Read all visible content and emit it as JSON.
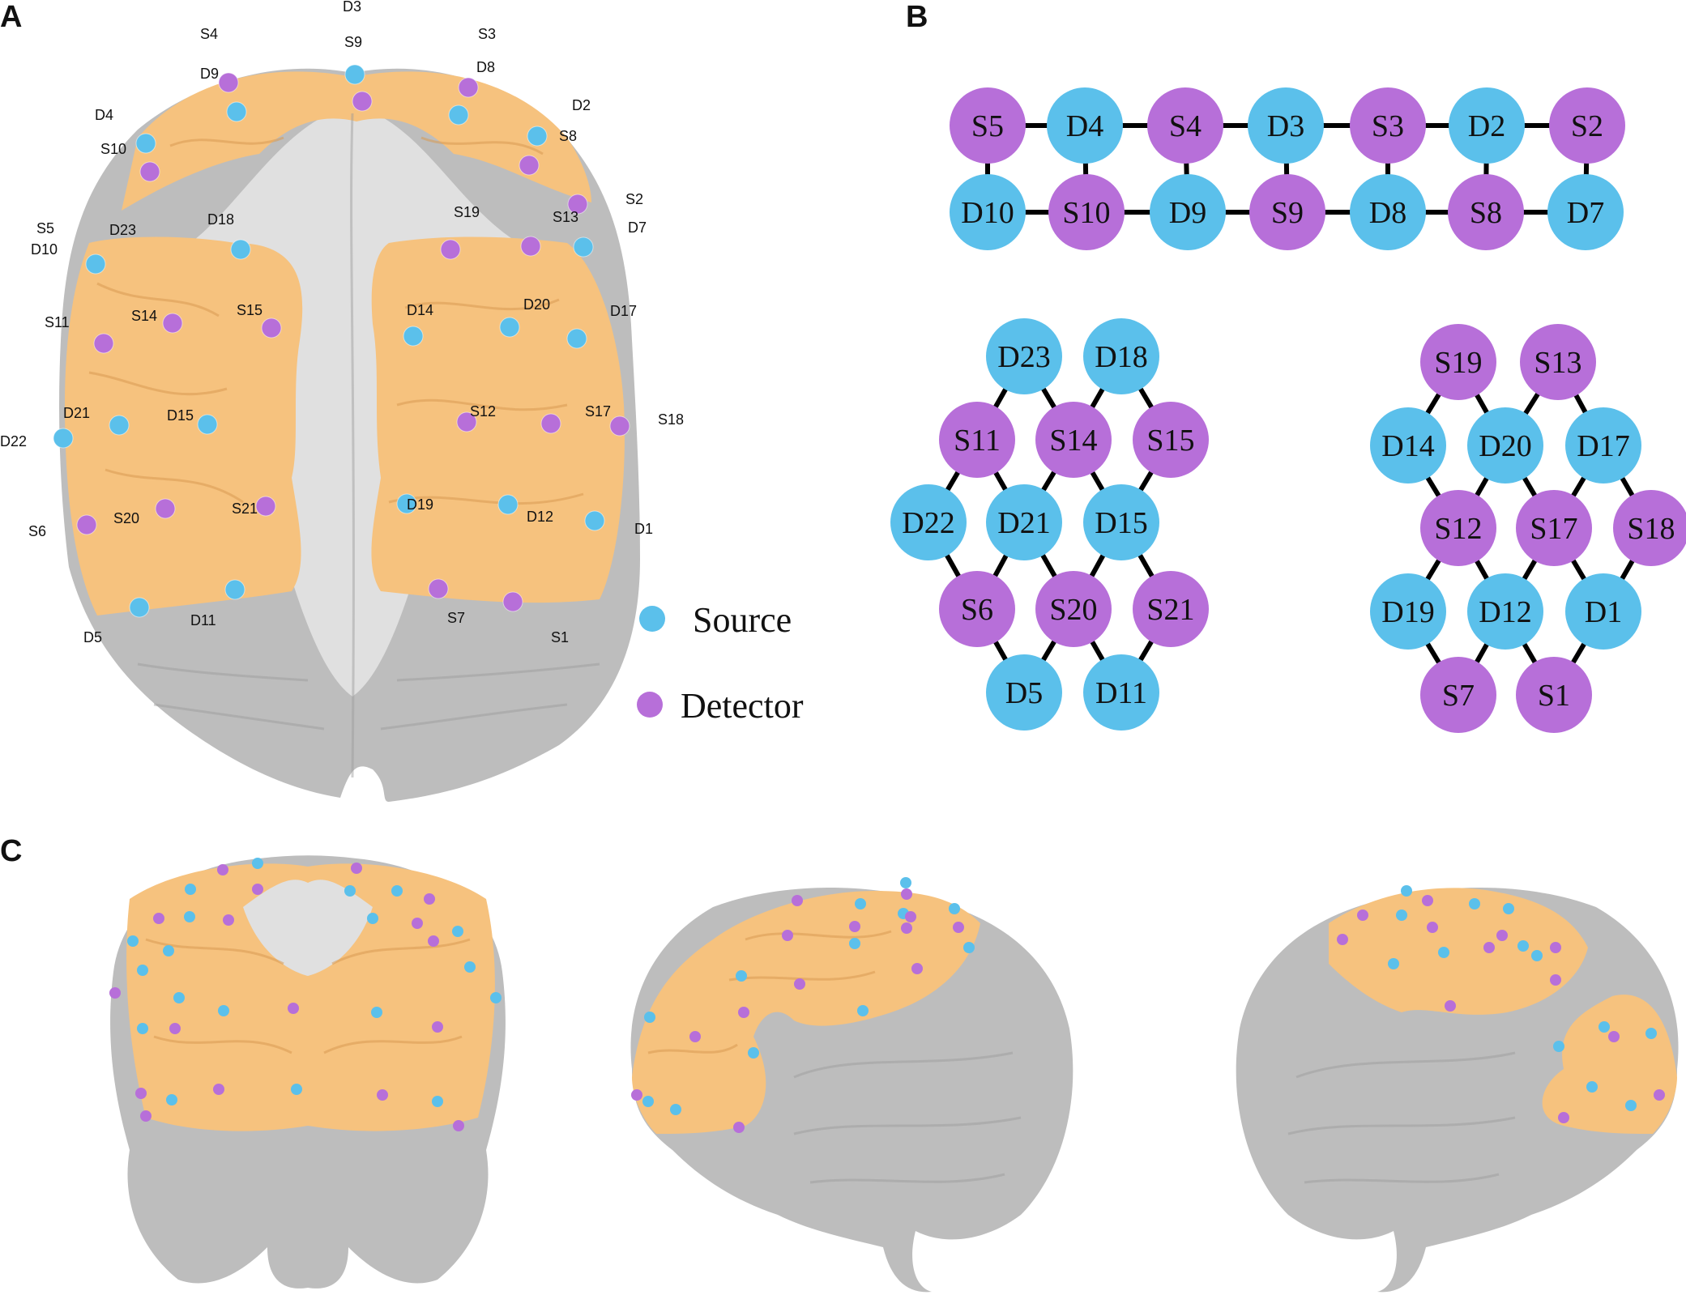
{
  "panels": {
    "a": "A",
    "b": "B",
    "c": "C"
  },
  "colors": {
    "source": "#5bc0eb",
    "detector": "#b76fd9",
    "roi": "#f6c27e",
    "brain": "#c4c4c4"
  },
  "legend": {
    "source": "Source",
    "detector": "Detector"
  },
  "panel_a_labels": [
    "S4",
    "D3",
    "S9",
    "S3",
    "D9",
    "D8",
    "D2",
    "D4",
    "S10",
    "S8",
    "S2",
    "S5",
    "D10",
    "D23",
    "D18",
    "S19",
    "S13",
    "D7",
    "S11",
    "S14",
    "S15",
    "D14",
    "D20",
    "D17",
    "D21",
    "D15",
    "S12",
    "S17",
    "S18",
    "D22",
    "D19",
    "S6",
    "S20",
    "S21",
    "D12",
    "D1",
    "D11",
    "S7",
    "D5",
    "S1"
  ],
  "network": {
    "nodes": [
      "S5",
      "D4",
      "S4",
      "D3",
      "S3",
      "D2",
      "S2",
      "D10",
      "S10",
      "D9",
      "S9",
      "D8",
      "S8",
      "D7",
      "D23",
      "D18",
      "S11",
      "S14",
      "S15",
      "D22",
      "D21",
      "D15",
      "S6",
      "S20",
      "S21",
      "D5",
      "D11",
      "S19",
      "S13",
      "D14",
      "D20",
      "D17",
      "S12",
      "S17",
      "S18",
      "D19",
      "D12",
      "D1",
      "S7",
      "S1"
    ]
  }
}
